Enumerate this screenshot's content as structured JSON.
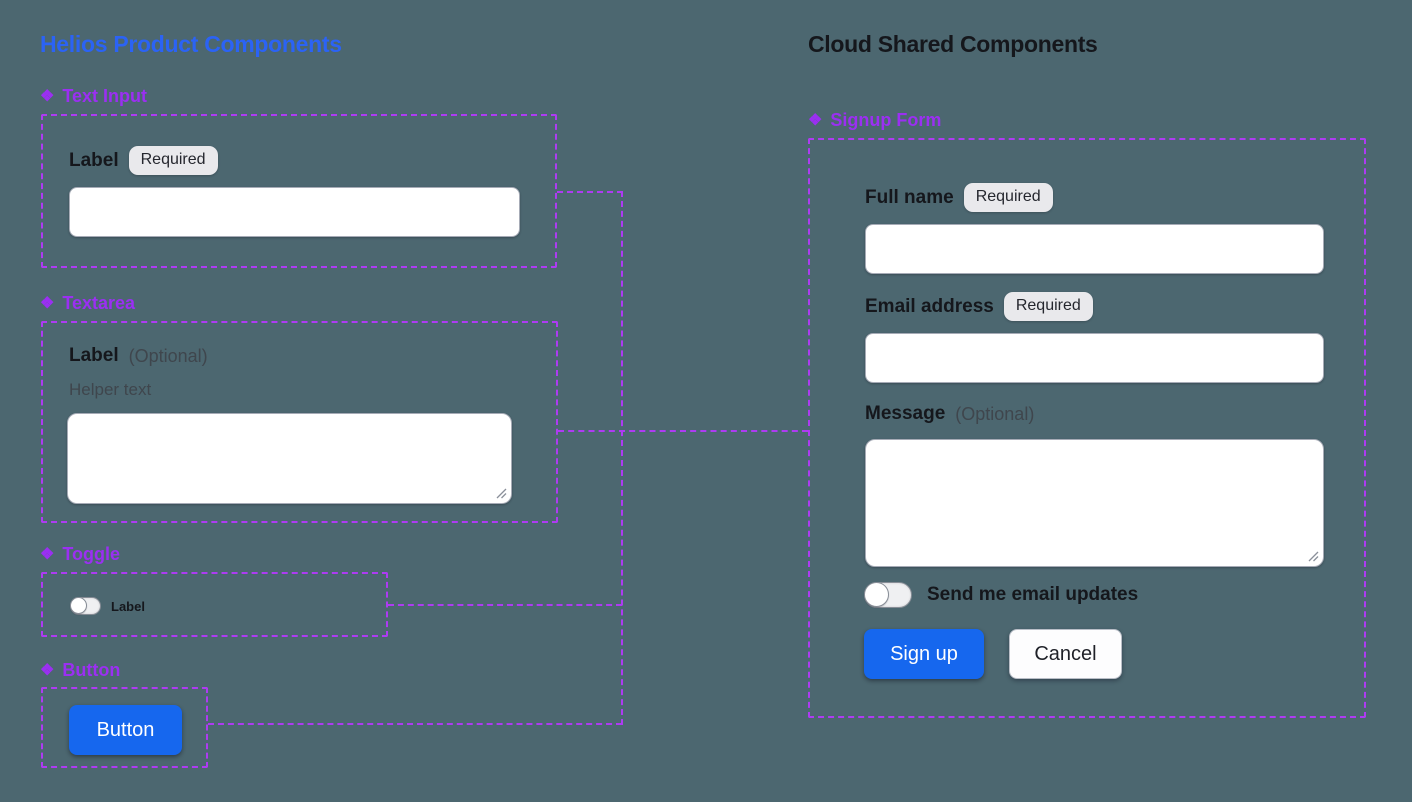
{
  "colors": {
    "background": "#4C6770",
    "component_purple": "#9B2FF2",
    "connector_purple": "#AE3BF2",
    "primary_blue": "#1667EE",
    "helios_title_blue": "#2B63F5",
    "dark_text": "#15171C"
  },
  "icons": {
    "component": "❖"
  },
  "helios": {
    "title": "Helios Product Components",
    "text_input": {
      "name": "Text Input",
      "label": "Label",
      "badge": "Required",
      "value": ""
    },
    "textarea": {
      "name": "Textarea",
      "label": "Label",
      "optional": "(Optional)",
      "helper": "Helper text",
      "value": ""
    },
    "toggle": {
      "name": "Toggle",
      "label": "Label",
      "state": "off"
    },
    "button": {
      "name": "Button",
      "button_label": "Button"
    }
  },
  "cloud": {
    "title": "Cloud Shared Components",
    "signup_form": {
      "name": "Signup Form",
      "full_name": {
        "label": "Full name",
        "badge": "Required",
        "value": ""
      },
      "email": {
        "label": "Email address",
        "badge": "Required",
        "value": ""
      },
      "message": {
        "label": "Message",
        "optional": "(Optional)",
        "value": ""
      },
      "email_updates_toggle": {
        "label": "Send me email updates",
        "state": "off"
      },
      "signup_label": "Sign up",
      "cancel_label": "Cancel"
    }
  }
}
